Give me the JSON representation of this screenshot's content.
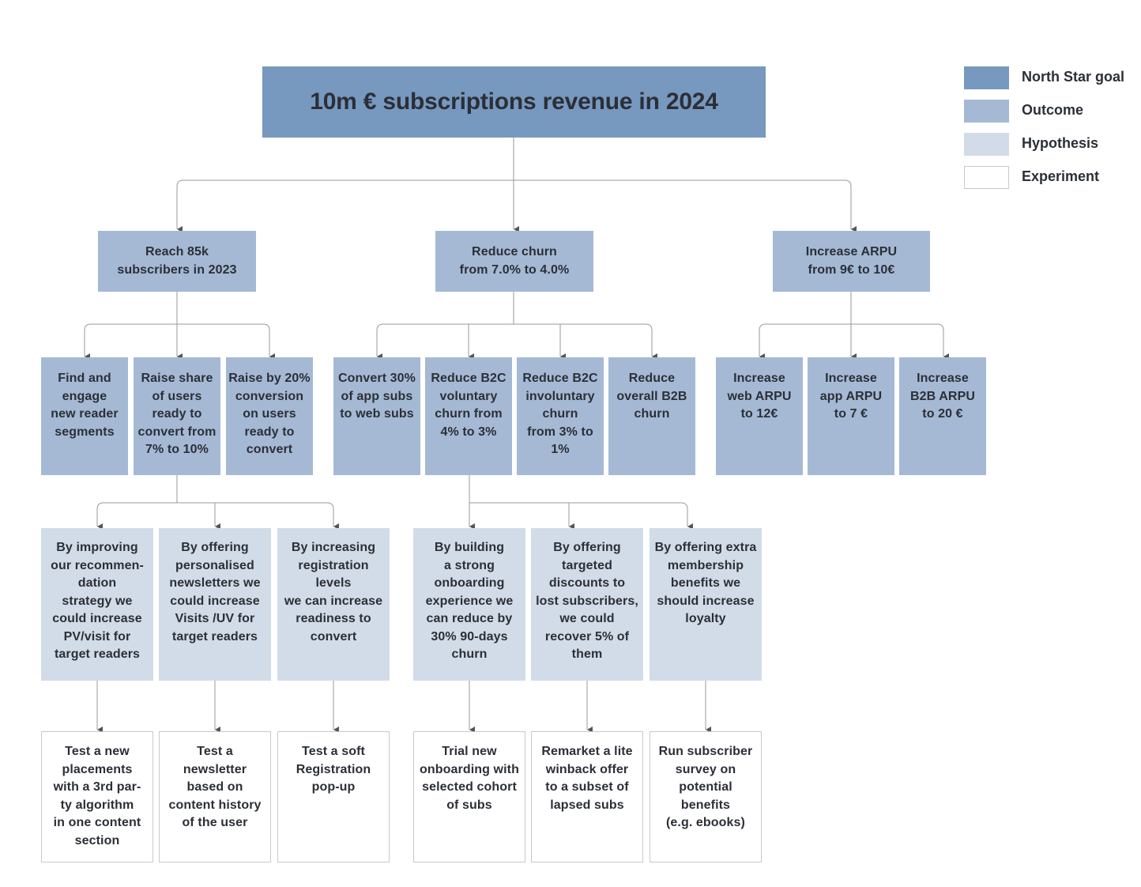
{
  "north_star": {
    "text": "10m € subscriptions revenue in 2024"
  },
  "legend": [
    {
      "label": "North Star goal",
      "color": "#7798bf"
    },
    {
      "label": "Outcome",
      "color": "#a5b9d5"
    },
    {
      "label": "Hypothesis",
      "color": "#d2dce8"
    },
    {
      "label": "Experiment",
      "color": "#ffffff"
    }
  ],
  "outcomes": [
    {
      "text": "Reach 85k\nsubscribers in 2023"
    },
    {
      "text": "Reduce churn\nfrom 7.0% to 4.0%"
    },
    {
      "text": "Increase ARPU\nfrom 9€ to 10€"
    }
  ],
  "sub_outcomes": [
    {
      "text": "Find and\nengage\nnew reader\nsegments"
    },
    {
      "text": "Raise share\nof users\nready to\nconvert from\n7%  to 10%"
    },
    {
      "text": "Raise by 20%\nconversion\non users\nready to\nconvert"
    },
    {
      "text": "Convert 30%\nof app subs\nto web subs"
    },
    {
      "text": "Reduce B2C\nvoluntary\nchurn from\n4% to 3%"
    },
    {
      "text": "Reduce B2C\ninvoluntary\nchurn\nfrom 3% to\n1%"
    },
    {
      "text": "Reduce\noverall B2B\nchurn"
    },
    {
      "text": "Increase\nweb ARPU\nto 12€"
    },
    {
      "text": "Increase\napp ARPU\nto 7 €"
    },
    {
      "text": "Increase\nB2B ARPU\nto 20 €"
    }
  ],
  "hypotheses": [
    {
      "text": "By improving\nour recommen-\ndation\nstrategy we\ncould increase\nPV/visit for\ntarget readers"
    },
    {
      "text": "By offering\npersonalised\nnewsletters we\ncould increase\nVisits /UV for\ntarget readers"
    },
    {
      "text": "By increasing\nregistration levels\nwe can increase\nreadiness to\nconvert"
    },
    {
      "text": "By building\na strong\nonboarding\nexperience we\ncan reduce by\n30% 90-days\nchurn"
    },
    {
      "text": "By offering\ntargeted\ndiscounts to\nlost subscribers,\nwe could\nrecover 5% of\nthem"
    },
    {
      "text": "By offering extra\nmembership\nbenefits we\nshould increase\nloyalty"
    }
  ],
  "experiments": [
    {
      "text": "Test a new\nplacements\nwith a 3rd par-\nty algorithm\nin one content\nsection"
    },
    {
      "text": "Test a\nnewsletter\nbased on\ncontent history\nof the user"
    },
    {
      "text": "Test a soft\nRegistration\npop-up"
    },
    {
      "text": "Trial new\nonboarding with\nselected cohort\nof subs"
    },
    {
      "text": "Remarket a lite\nwinback offer\nto a subset of\nlapsed subs"
    },
    {
      "text": "Run subscriber\nsurvey on\npotential\nbenefits\n(e.g. ebooks)"
    }
  ]
}
